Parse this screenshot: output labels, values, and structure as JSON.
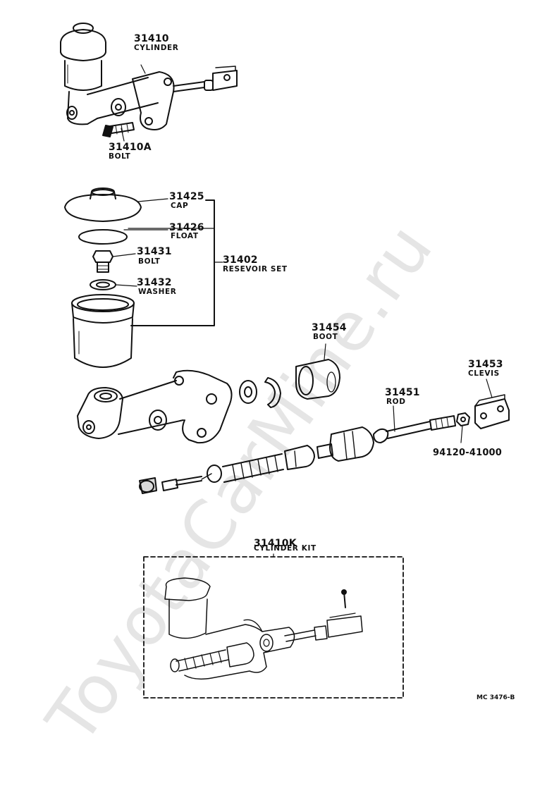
{
  "parts": {
    "cylinder": {
      "number": "31410",
      "name": "CYLINDER"
    },
    "bolt_a": {
      "number": "31410A",
      "name": "BOLT"
    },
    "cap": {
      "number": "31425",
      "name": "CAP"
    },
    "float": {
      "number": "31426",
      "name": "FLOAT"
    },
    "reservoir_bolt": {
      "number": "31431",
      "name": "BOLT"
    },
    "washer": {
      "number": "31432",
      "name": "WASHER"
    },
    "reservoir_set": {
      "number": "31402",
      "name": "RESEVOIR SET"
    },
    "boot": {
      "number": "31454",
      "name": "BOOT"
    },
    "clevis": {
      "number": "31453",
      "name": "CLEVIS"
    },
    "rod": {
      "number": "31451",
      "name": "ROD"
    },
    "nut": {
      "number": "94120-41000"
    },
    "cylinder_kit": {
      "number": "31410K",
      "name": "CYLINDER KIT"
    }
  },
  "diagram_code": "MC 3476-B",
  "watermark": "ToyotaCarMine.ru"
}
